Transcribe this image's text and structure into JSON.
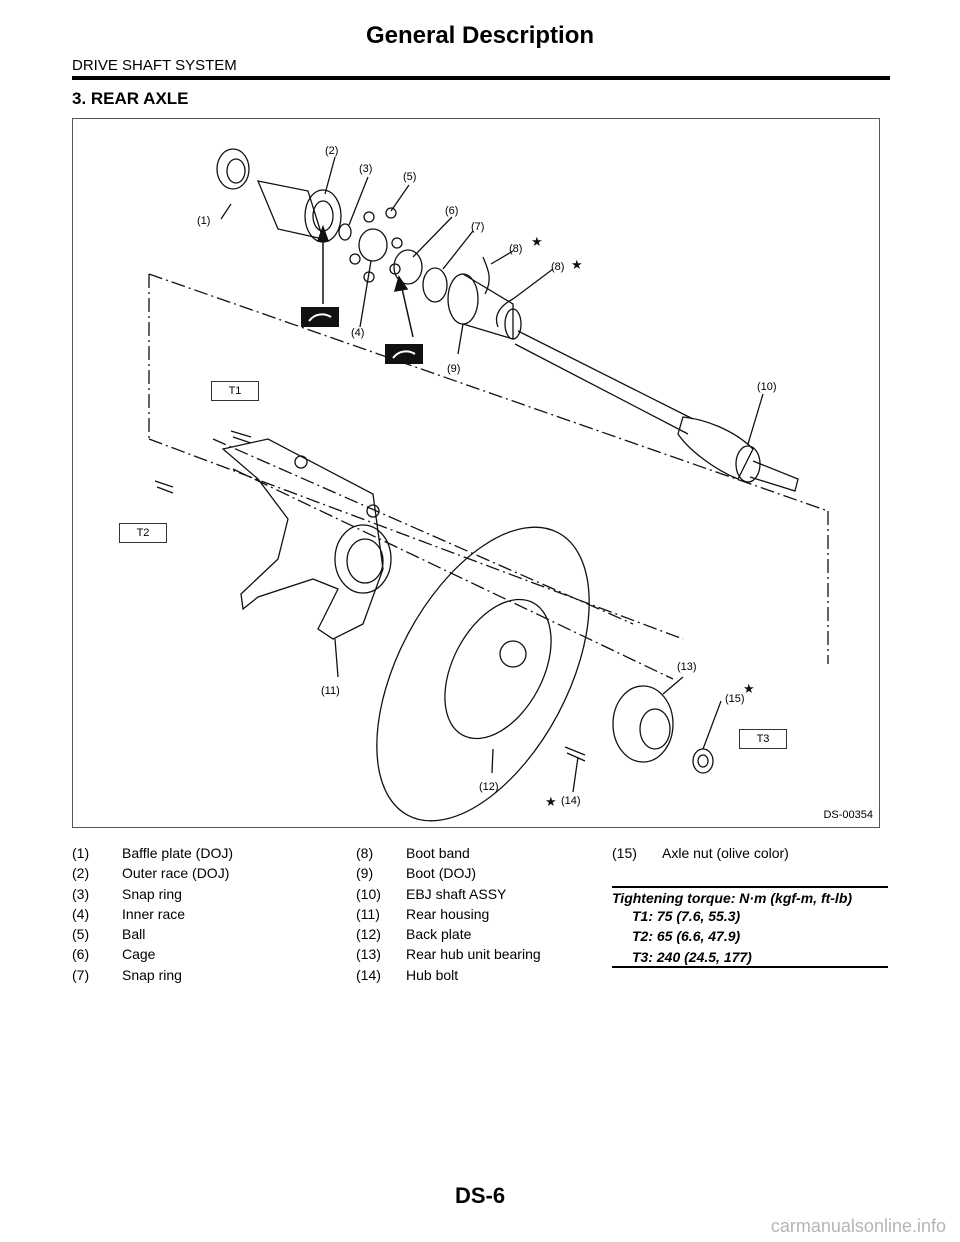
{
  "header": {
    "title": "General Description",
    "section": "DRIVE SHAFT SYSTEM"
  },
  "section_heading": "3.  REAR AXLE",
  "figure": {
    "id": "DS-00354",
    "callouts": [
      "(1)",
      "(2)",
      "(3)",
      "(4)",
      "(5)",
      "(6)",
      "(7)",
      "(8)",
      "(8)",
      "(9)",
      "(10)",
      "(11)",
      "(12)",
      "(13)",
      "(14)",
      "(15)"
    ],
    "torque_tags": [
      "T1",
      "T2",
      "T3"
    ]
  },
  "legend": {
    "col1": [
      {
        "num": "(1)",
        "name": "Baffle plate (DOJ)"
      },
      {
        "num": "(2)",
        "name": "Outer race (DOJ)"
      },
      {
        "num": "(3)",
        "name": "Snap ring"
      },
      {
        "num": "(4)",
        "name": "Inner race"
      },
      {
        "num": "(5)",
        "name": "Ball"
      },
      {
        "num": "(6)",
        "name": "Cage"
      },
      {
        "num": "(7)",
        "name": "Snap ring"
      }
    ],
    "col2": [
      {
        "num": "(8)",
        "name": "Boot band"
      },
      {
        "num": "(9)",
        "name": "Boot (DOJ)"
      },
      {
        "num": "(10)",
        "name": "EBJ shaft ASSY"
      },
      {
        "num": "(11)",
        "name": "Rear housing"
      },
      {
        "num": "(12)",
        "name": "Back plate"
      },
      {
        "num": "(13)",
        "name": "Rear hub unit bearing"
      },
      {
        "num": "(14)",
        "name": "Hub bolt"
      }
    ],
    "col3": [
      {
        "num": "(15)",
        "name": "Axle nut (olive color)"
      }
    ]
  },
  "torque": {
    "heading": "Tightening torque: N·m (kgf-m, ft-lb)",
    "items": [
      {
        "tag": "T1:",
        "value": "75 (7.6, 55.3)"
      },
      {
        "tag": "T2:",
        "value": "65 (6.6, 47.9)"
      },
      {
        "tag": "T3:",
        "value": "240 (24.5, 177)"
      }
    ]
  },
  "footer": {
    "page_number": "DS-6",
    "watermark": "carmanualsonline.info"
  }
}
